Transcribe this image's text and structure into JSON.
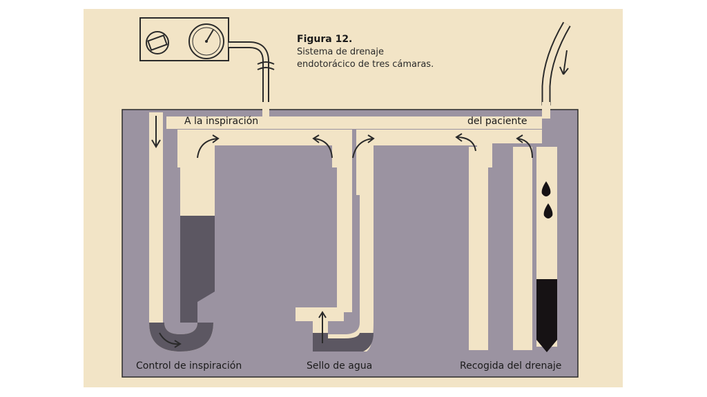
{
  "caption": {
    "title": "Figura 12.",
    "line1": "Sistema de drenaje",
    "line2": "endotorácico de tres cámaras."
  },
  "labels": {
    "suction": "A la inspiración",
    "patient": "del paciente",
    "chamber_suction": "Control de inspiración",
    "chamber_water_seal": "Sello de agua",
    "chamber_collection": "Recogida del drenaje"
  },
  "colors": {
    "background": "#f2e4c6",
    "housing": "#9b93a1",
    "tube": "#f2e4c6",
    "suction_fluid": "#5c5762",
    "drainage_fluid": "#161214",
    "outline": "#2a2a2a"
  },
  "icons": [
    "suction-regulator-icon",
    "pressure-gauge-icon",
    "flow-arrow-icon",
    "drop-icon"
  ]
}
